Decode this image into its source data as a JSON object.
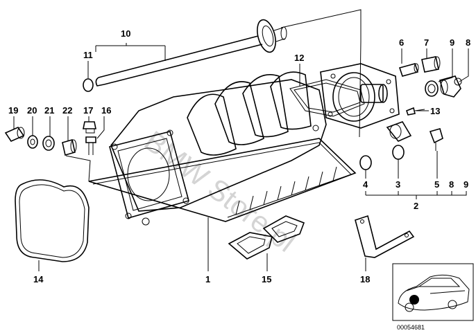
{
  "diagram": {
    "watermark": "BMW Store.pl",
    "ref_code": "00054681",
    "labels": {
      "l1": "1",
      "l2": "2",
      "l3": "3",
      "l4": "4",
      "l5": "5",
      "l6": "6",
      "l7": "7",
      "l8a": "8",
      "l8b": "8",
      "l9a": "9",
      "l9b": "9",
      "l10": "10",
      "l11": "11",
      "l12": "12",
      "l13": "13",
      "l14": "14",
      "l15": "15",
      "l16": "16",
      "l17": "17",
      "l18": "18",
      "l19": "19",
      "l20": "20",
      "l21": "21",
      "l22": "22"
    }
  }
}
